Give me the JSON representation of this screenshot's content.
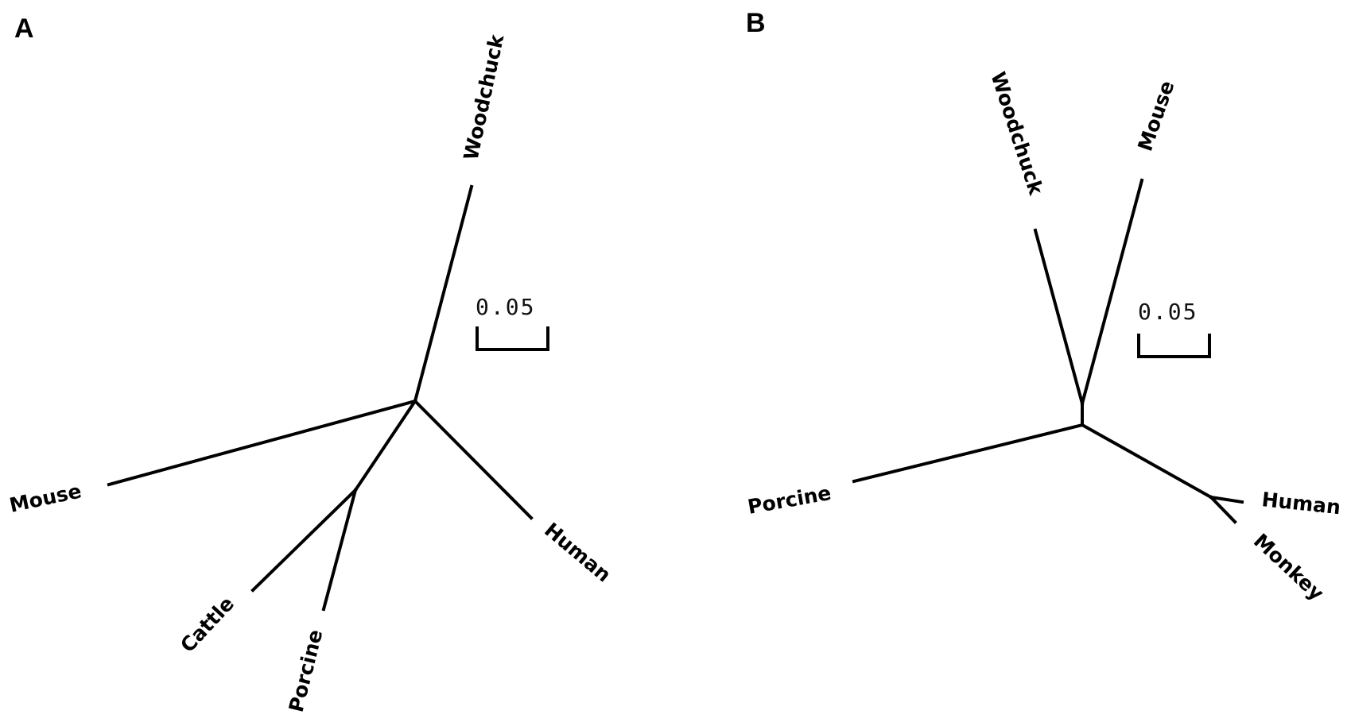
{
  "panels": [
    {
      "letter": "A",
      "scale_label": "0.05",
      "taxa": [
        "Woodchuck",
        "Mouse",
        "Human",
        "Cattle",
        "Porcine"
      ]
    },
    {
      "letter": "B",
      "scale_label": "0.05",
      "taxa": [
        "Woodchuck",
        "Mouse",
        "Porcine",
        "Human",
        "Monkey"
      ]
    }
  ],
  "colors": {
    "line": "#000000",
    "background": "#ffffff"
  }
}
